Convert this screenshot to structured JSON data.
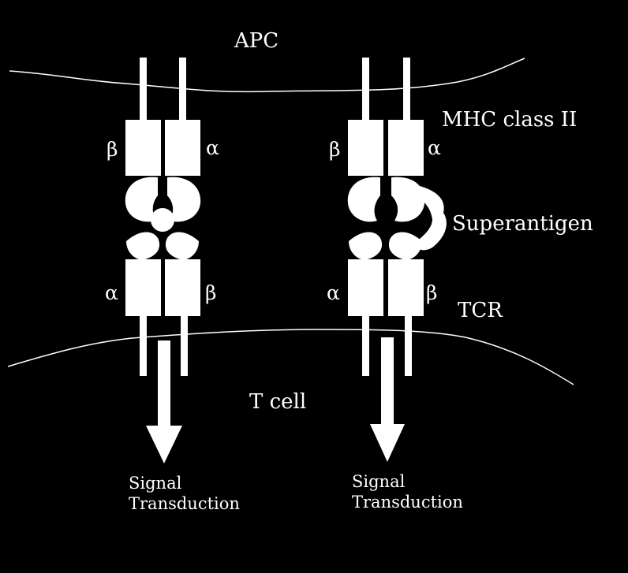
{
  "labels": {
    "apc": "APC",
    "mhc": "MHC class II",
    "superantigen": "Superantigen",
    "tcr": "TCR",
    "tcell": "T cell",
    "beta": "β",
    "alpha": "α"
  },
  "signal": {
    "line1": "Signal",
    "line2": "Transduction"
  },
  "colors": {
    "background": "#000000",
    "foreground": "#ffffff"
  }
}
